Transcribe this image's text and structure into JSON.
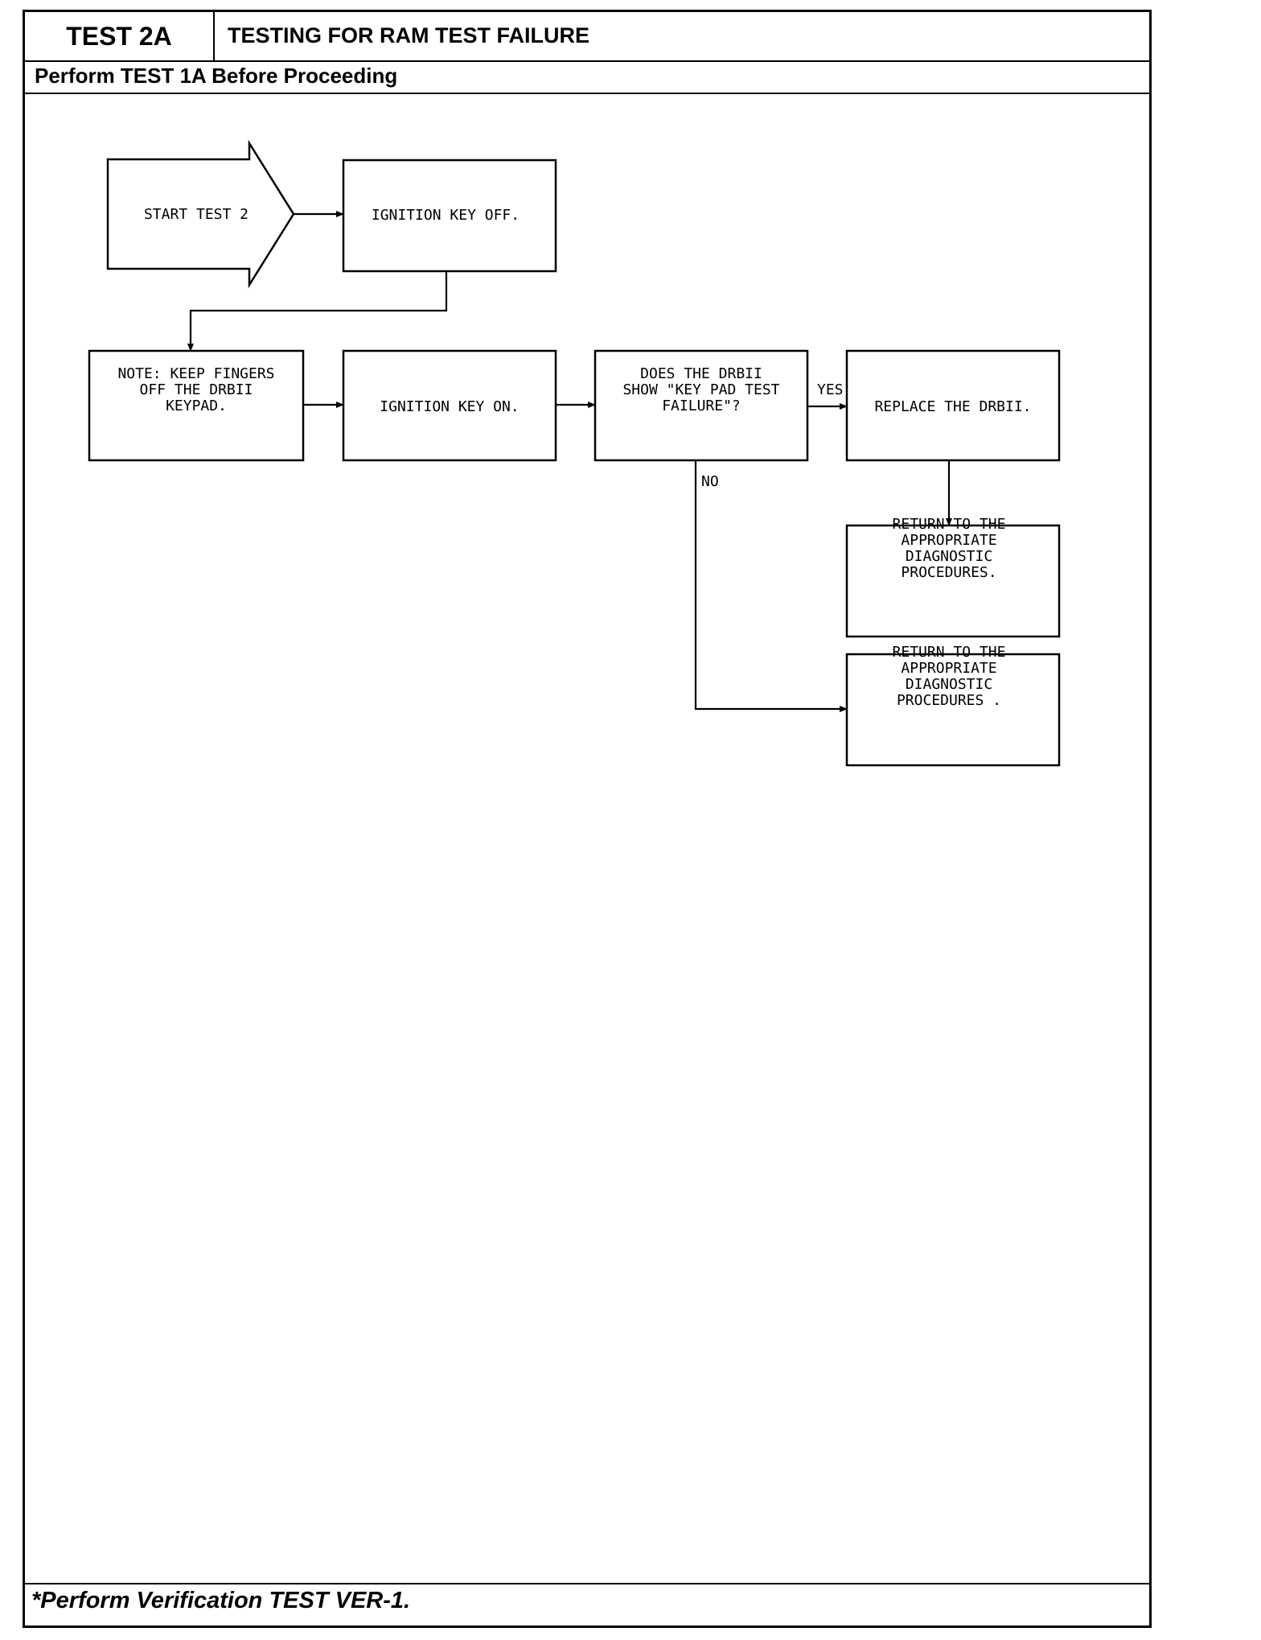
{
  "header": {
    "test_id": "TEST 2A",
    "title": "TESTING FOR RAM TEST FAILURE",
    "prerequisite": "Perform TEST 1A Before Proceeding"
  },
  "flowchart": {
    "start": [
      "START TEST 2"
    ],
    "ignition_off": [
      "IGNITION KEY OFF."
    ],
    "note": [
      "NOTE: KEEP FINGERS",
      "OFF THE DRBII",
      "KEYPAD."
    ],
    "ignition_on": [
      "IGNITION KEY ON."
    ],
    "question": [
      "DOES THE DRBII",
      "SHOW \"KEY PAD TEST",
      "FAILURE\"?"
    ],
    "yes_label": "YES",
    "no_label": "NO",
    "replace": [
      "REPLACE THE DRBII."
    ],
    "return_yes": [
      "RETURN TO THE",
      "APPROPRIATE",
      "DIAGNOSTIC",
      "PROCEDURES."
    ],
    "return_no": [
      "RETURN TO THE",
      "APPROPRIATE",
      "DIAGNOSTIC",
      "PROCEDURES ."
    ]
  },
  "footer": {
    "note": "*Perform Verification TEST VER-1."
  }
}
